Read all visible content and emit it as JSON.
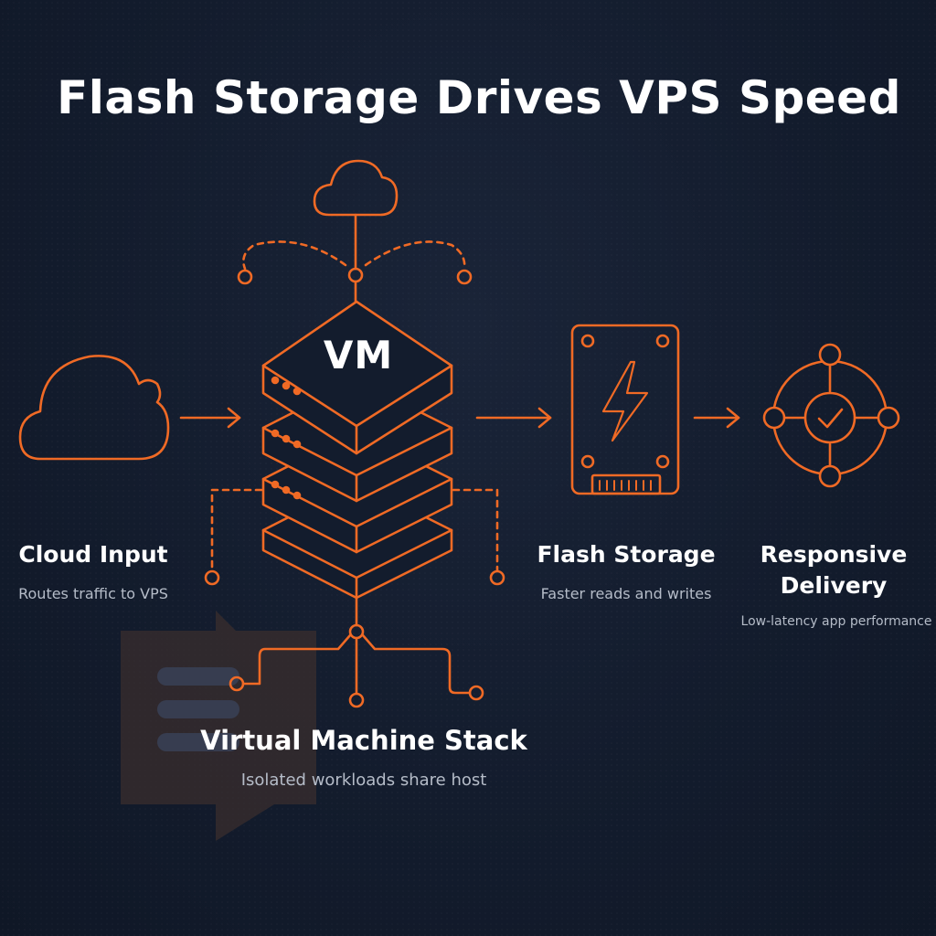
{
  "title": "Flash Storage Drives VPS Speed",
  "colors": {
    "accent": "#f06a25",
    "background": "#131c2d",
    "text": "#ffffff",
    "subtext": "#b5bcc8"
  },
  "vm_label": "VM",
  "stages": [
    {
      "icon": "cloud-icon",
      "label": "Cloud Input",
      "description": "Routes traffic to VPS"
    },
    {
      "icon": "server-stack-icon",
      "label": "Virtual Machine Stack",
      "description": "Isolated workloads share host"
    },
    {
      "icon": "ssd-icon",
      "label": "Flash Storage",
      "description": "Faster reads and writes"
    },
    {
      "icon": "target-network-icon",
      "label": "Responsive Delivery",
      "description": "Low-latency app performance"
    }
  ]
}
